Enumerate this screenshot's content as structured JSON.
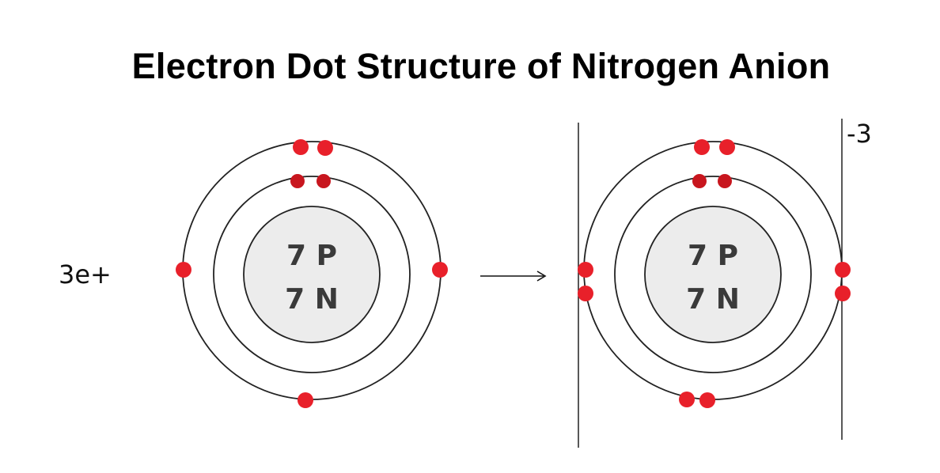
{
  "title": "Electron Dot Structure of Nitrogen Anion",
  "electron_label": "3e+",
  "charge_label": "-3",
  "atoms": [
    {
      "id": "nitrogen-atom",
      "protons": "7 P",
      "neutrons": "7 N",
      "shell_electrons": [
        2,
        5
      ]
    },
    {
      "id": "nitrogen-anion",
      "protons": "7 P",
      "neutrons": "7 N",
      "shell_electrons": [
        2,
        8
      ]
    }
  ],
  "colors": {
    "electron": "#e8202a",
    "inner_electron": "#c8161e",
    "nucleus_fill": "#ececec",
    "orbit_stroke": "#222222"
  }
}
